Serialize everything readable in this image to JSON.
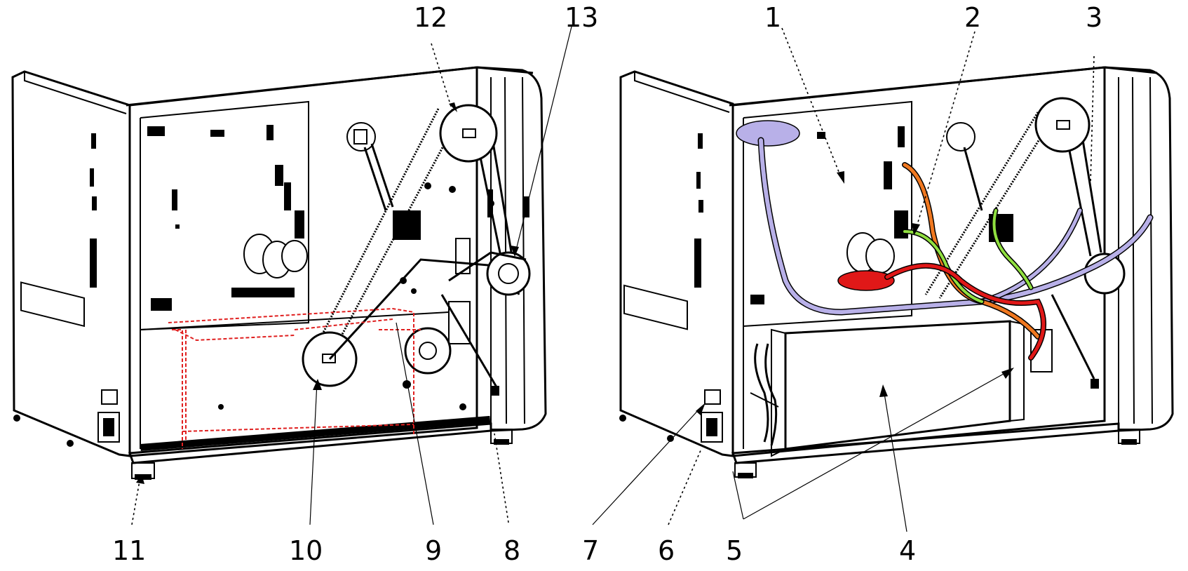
{
  "labels": {
    "n1": "1",
    "n2": "2",
    "n3": "3",
    "n4": "4",
    "n5": "5",
    "n6": "6",
    "n7": "7",
    "n8": "8",
    "n9": "9",
    "n10": "10",
    "n11": "11",
    "n12": "12",
    "n13": "13"
  },
  "colors": {
    "line": "#000000",
    "belt_path": "#e02020",
    "cable_lavender": "#b8b0e8",
    "cable_orange": "#f07820",
    "cable_green": "#90e040",
    "cable_red": "#e01818"
  }
}
